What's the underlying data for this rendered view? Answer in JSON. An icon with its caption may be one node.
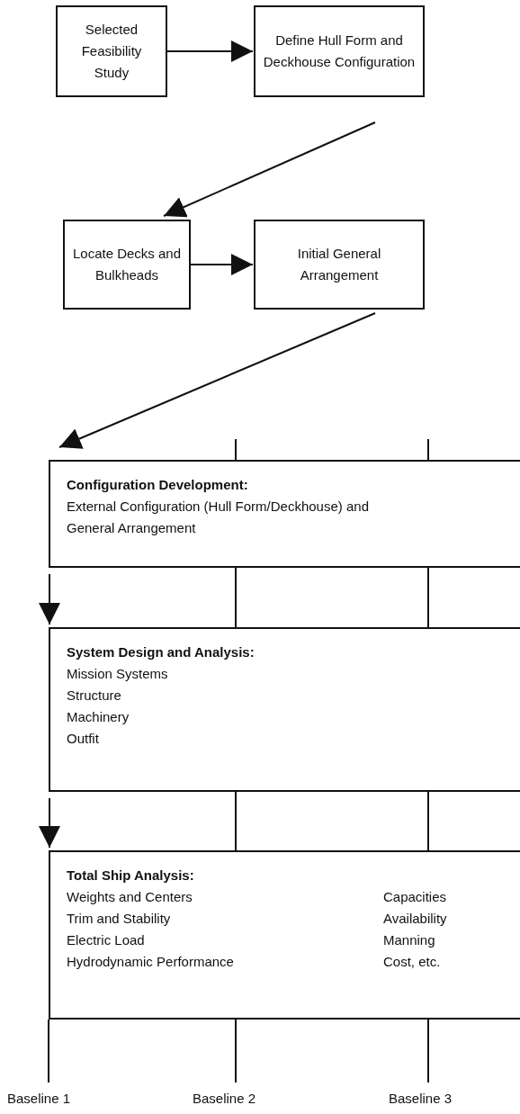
{
  "diagram": {
    "nodes": [
      {
        "text": [
          "Selected Feasibility Study"
        ]
      },
      {
        "text": [
          "Define Hull Form and Deckhouse Configuration"
        ]
      },
      {
        "text": [
          "Locate Decks and Bulkheads"
        ]
      },
      {
        "text": [
          "Initial General Arrangement"
        ]
      },
      {
        "text": [
          "Configuration Development:",
          "External Configuration (Hull Form/Deckhouse) and General Arrangement"
        ]
      },
      {
        "text": [
          "System Design and Analysis:",
          "Mission Systems",
          "Structure",
          "Machinery",
          "Outfit"
        ]
      },
      {
        "text": [
          "Total Ship Analysis:",
          "Weights and Centers",
          "Trim and Stability",
          "Electric Load",
          "Hydrodynamic Performance",
          "Capacities",
          "Availability",
          "Manning",
          "Cost, etc."
        ]
      }
    ],
    "edges": [
      {
        "from": 0,
        "to": 1,
        "arrow": "to"
      },
      {
        "from": 1,
        "to": 2,
        "arrow": "to"
      },
      {
        "from": 2,
        "to": 3,
        "arrow": "to"
      },
      {
        "from": 3,
        "to": 4,
        "arrow": "to"
      },
      {
        "from": 4,
        "to": 5,
        "arrow": "to"
      },
      {
        "from": 5,
        "to": 6,
        "arrow": "to"
      },
      {
        "from": 4,
        "to": 5,
        "arrow": "none"
      },
      {
        "from": 4,
        "to": 5,
        "arrow": "none"
      },
      {
        "from": 5,
        "to": 6,
        "arrow": "none"
      },
      {
        "from": 5,
        "to": 6,
        "arrow": "none"
      }
    ],
    "labels": [
      "Baseline 1",
      "Baseline 2",
      "Baseline 3"
    ]
  }
}
